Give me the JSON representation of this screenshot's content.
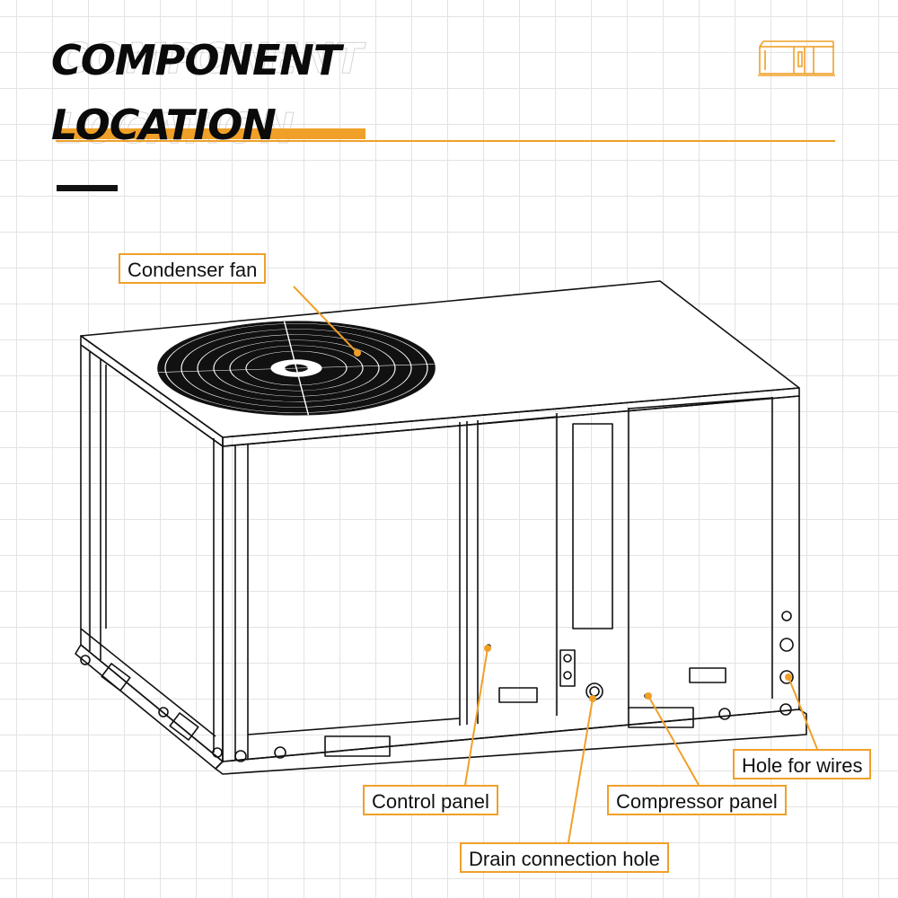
{
  "title": {
    "line1": "COMPONENT",
    "line2": "LOCATION"
  },
  "labels": {
    "condenser_fan": "Condenser fan",
    "control_panel": "Control panel",
    "drain_connection_hole": "Drain connection hole",
    "compressor_panel": "Compressor panel",
    "hole_for_wires": "Hole for wires"
  },
  "colors": {
    "accent": "#f0a028",
    "line": "#111111",
    "grid": "#e3e3e3"
  },
  "icons": [
    "unit-outline-icon"
  ]
}
